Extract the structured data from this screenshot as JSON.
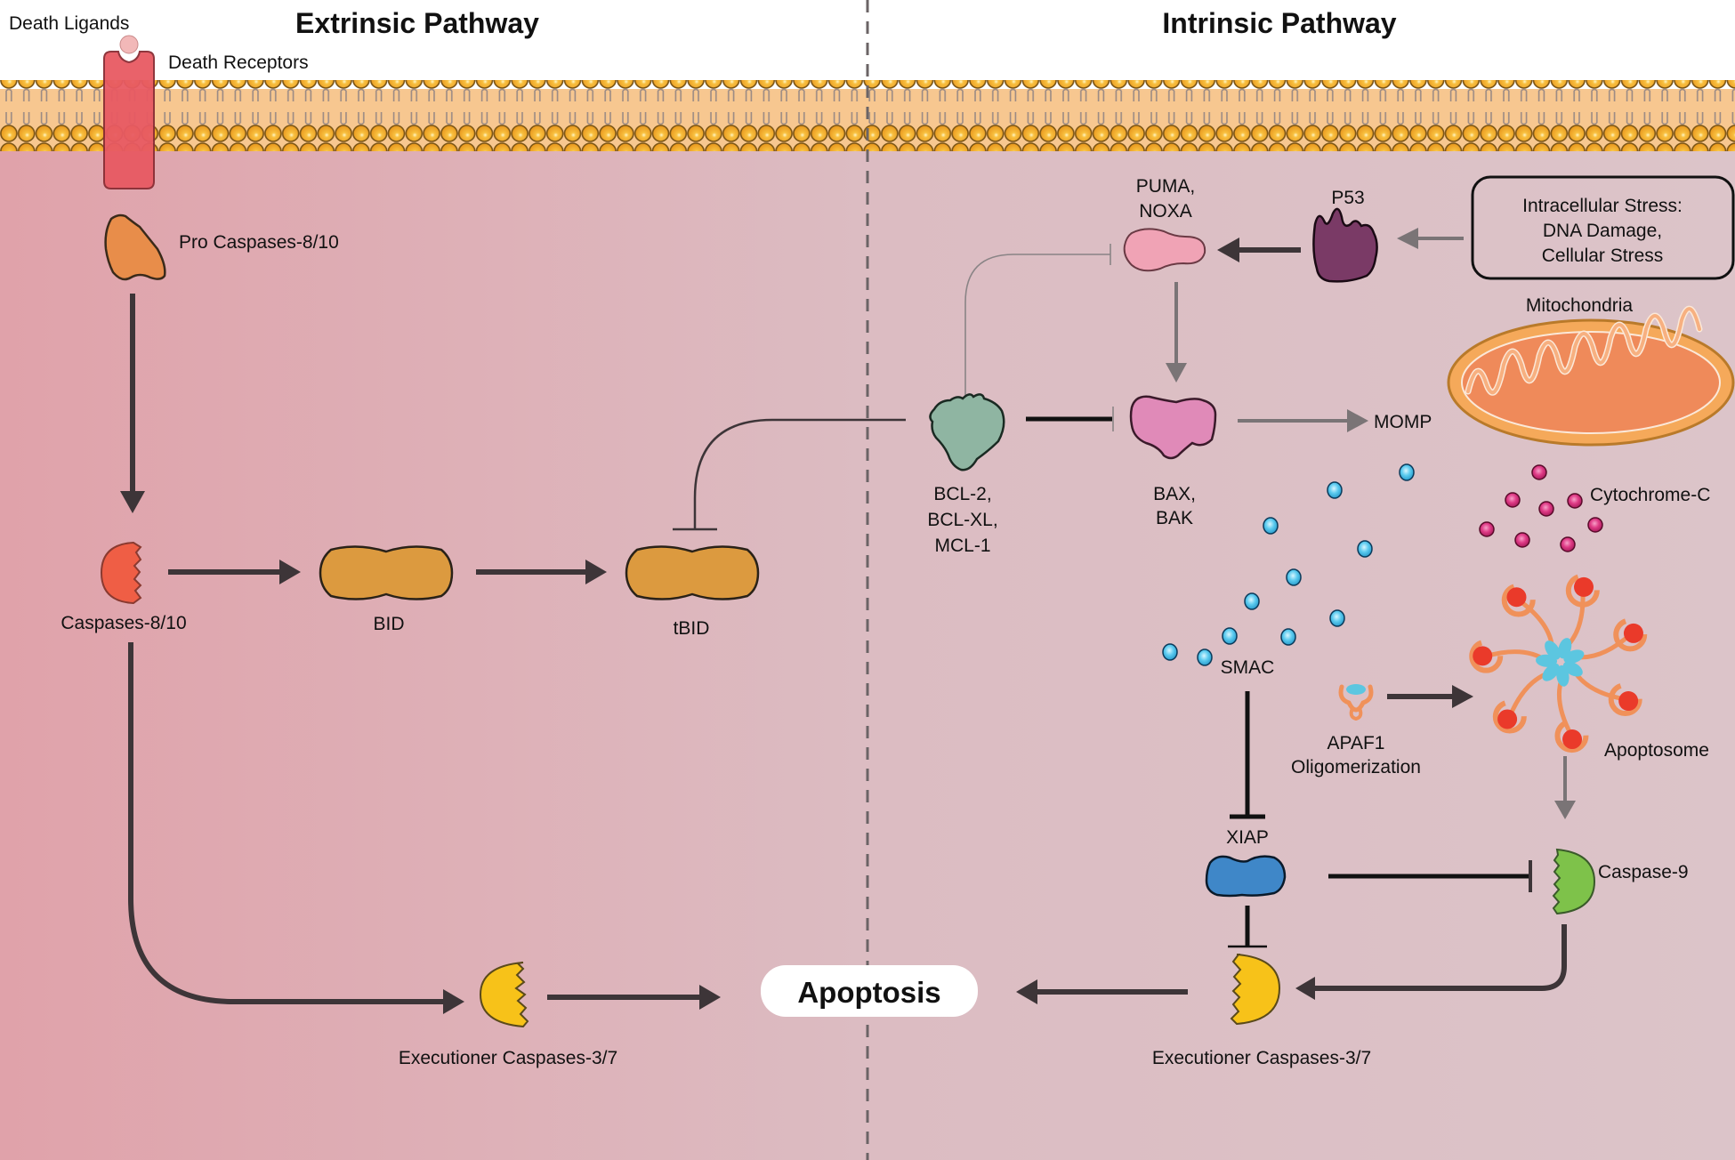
{
  "titles": {
    "extrinsic": "Extrinsic Pathway",
    "intrinsic": "Intrinsic Pathway"
  },
  "colors": {
    "background_left": "#e0a3ab",
    "background_right": "#dcc3c8",
    "membrane_head": "#f0a020",
    "membrane_core": "#f7c690",
    "receptor": "#e85a63",
    "pro_caspase": "#e88d4a",
    "caspase_8_10": "#ef5e45",
    "bid": "#dc9a3f",
    "bcl2": "#8fb5a2",
    "bax": "#e08ab8",
    "puma": "#f0a3b5",
    "p53": "#7a3a66",
    "smac": "#4fc0e6",
    "cytochrome_c": "#d8307a",
    "xiap": "#3f87c8",
    "caspase_9": "#7ec24a",
    "executioner": "#f7c219",
    "mitochondria": "#f5a95a"
  },
  "labels": {
    "death_ligands": "Death Ligands",
    "death_receptors": "Death Receptors",
    "pro_caspases": "Pro Caspases-8/10",
    "caspases_8_10": "Caspases-8/10",
    "bid": "BID",
    "tbid": "tBID",
    "bcl2_lines": [
      "BCL-2,",
      "BCL-XL,",
      "MCL-1"
    ],
    "bax_lines": [
      "BAX,",
      "BAK"
    ],
    "puma_lines": [
      "PUMA,",
      "NOXA"
    ],
    "p53": "P53",
    "stress_lines": [
      "Intracellular Stress:",
      "DNA Damage,",
      "Cellular Stress"
    ],
    "mitochondria": "Mitochondria",
    "momp": "MOMP",
    "cytochrome_c": "Cytochrome-C",
    "smac": "SMAC",
    "apaf1_lines": [
      "APAF1",
      "Oligomerization"
    ],
    "apoptosome": "Apoptosome",
    "xiap": "XIAP",
    "caspase_9": "Caspase-9",
    "executioner_left": "Executioner Caspases-3/7",
    "executioner_right": "Executioner Caspases-3/7",
    "apoptosis": "Apoptosis"
  }
}
